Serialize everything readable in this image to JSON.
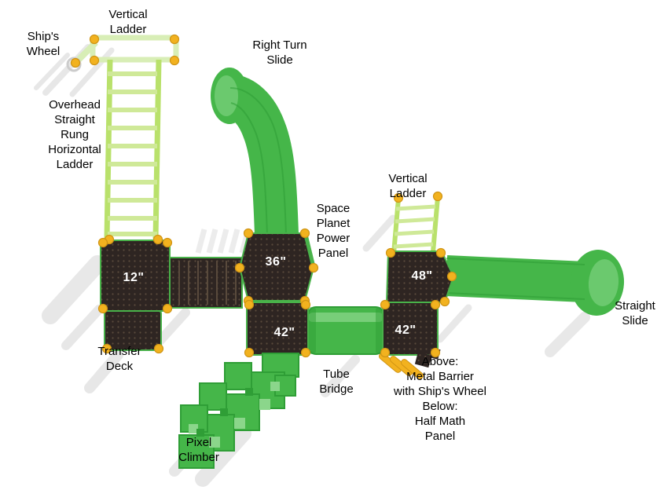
{
  "labels": {
    "vertical_ladder_top": "Vertical\nLadder",
    "ships_wheel": "Ship's\nWheel",
    "right_turn_slide": "Right Turn\nSlide",
    "overhead_ladder": "Overhead\nStraight\nRung\nHorizontal\nLadder",
    "vertical_ladder_right": "Vertical\nLadder",
    "space_panel": "Space\nPlanet\nPower\nPanel",
    "straight_slide": "Straight\nSlide",
    "transfer_deck": "Transfer\nDeck",
    "tube_bridge": "Tube\nBridge",
    "barrier_note": "Above:\nMetal Barrier\nwith Ship's Wheel\nBelow:\nHalf Math\nPanel",
    "pixel_climber": "Pixel\nClimber"
  },
  "deck_sizes": {
    "deck_12": "12\"",
    "deck_36": "36\"",
    "deck_42_left": "42\"",
    "deck_42_right": "42\"",
    "deck_48": "48\""
  },
  "colors": {
    "slide_green": "#45b649",
    "slide_green_dark": "#2f9e36",
    "slide_green_light": "#8bd68b",
    "ladder_green": "#b9e16b",
    "ladder_pale_green": "#d8eeb6",
    "deck_brown": "#2e2522",
    "post_yellow": "#f2b21f",
    "shadow_gray": "#dedede",
    "label_text": "#000000",
    "deck_text": "#ffffff"
  }
}
